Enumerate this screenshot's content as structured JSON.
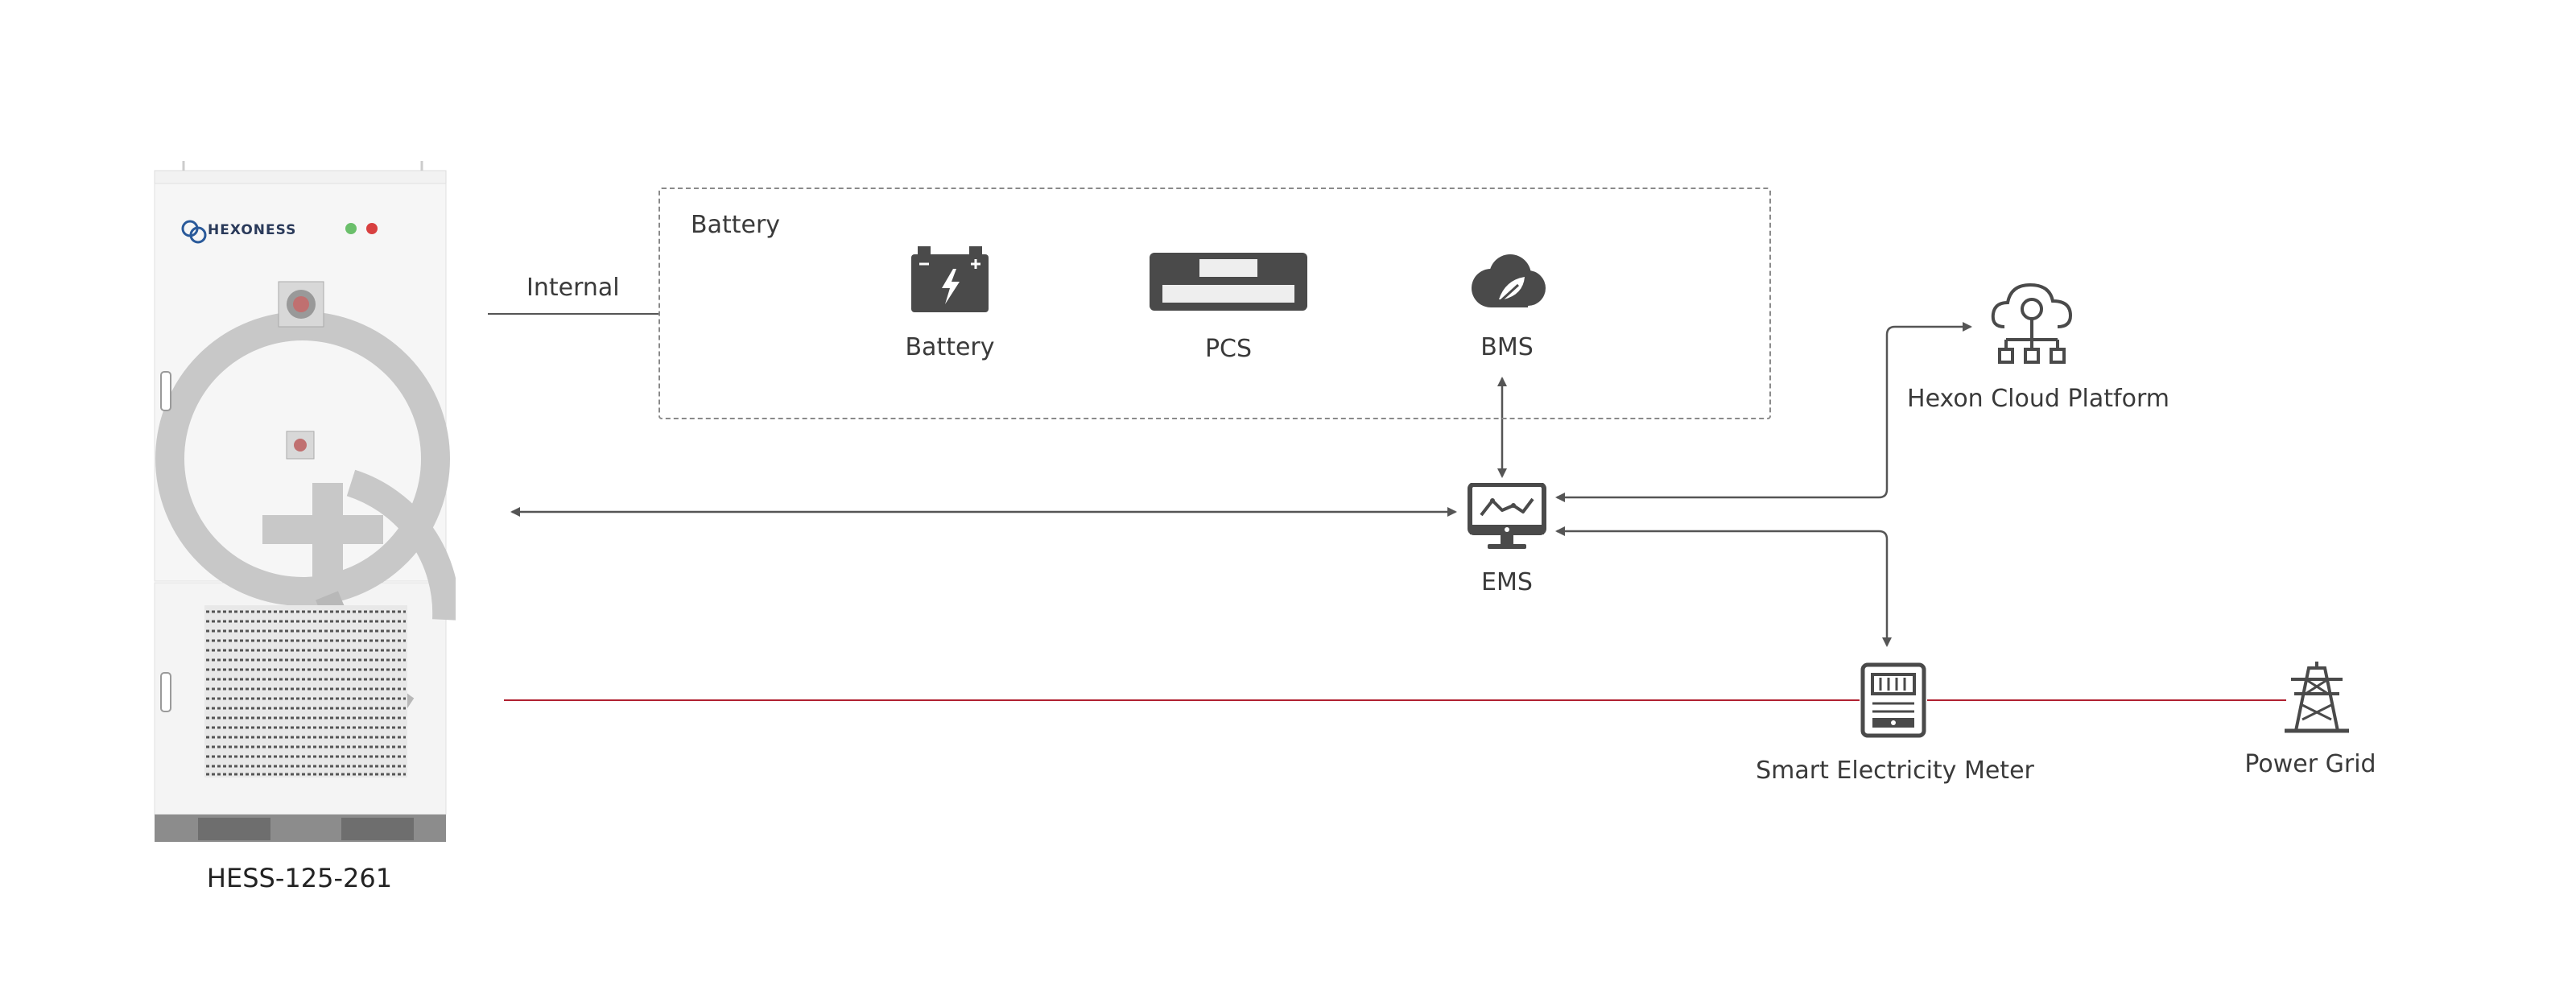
{
  "labels": {
    "group_title": "Battery",
    "internal": "Internal",
    "battery": "Battery",
    "pcs": "PCS",
    "bms": "BMS",
    "ems": "EMS",
    "cloud": "Hexon Cloud Platform",
    "meter": "Smart Electricity  Meter",
    "grid": "Power Grid",
    "cabinet": "HESS-125-261",
    "brand": "HEXONESS"
  },
  "colors": {
    "line": "#555555",
    "power_line": "#b02030",
    "icon": "#4a4a4a",
    "dashed_box": "#8a8a8a"
  },
  "icons": {
    "battery": "battery-icon",
    "pcs": "pcs-icon",
    "bms": "bms-cloud-leaf-icon",
    "ems": "monitor-chart-icon",
    "cloud": "cloud-network-icon",
    "meter": "electricity-meter-icon",
    "grid": "power-tower-icon"
  }
}
